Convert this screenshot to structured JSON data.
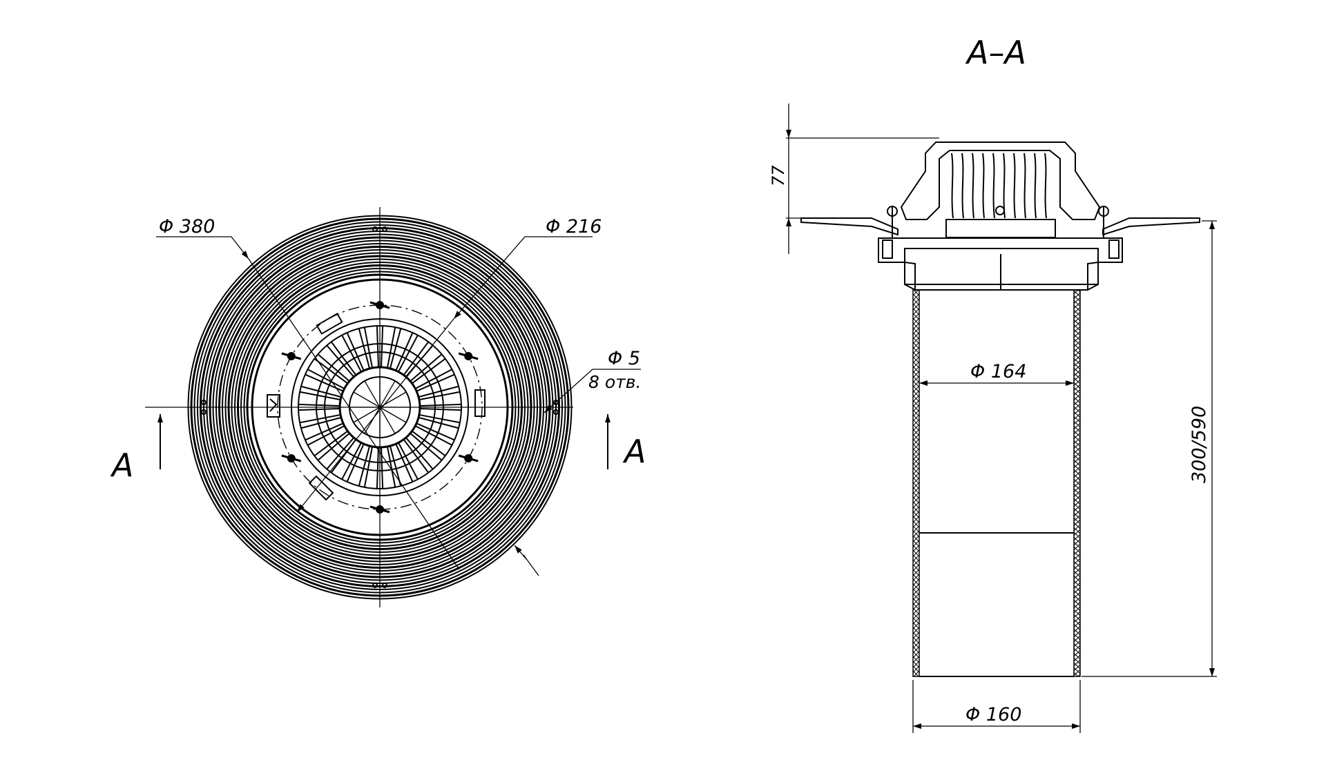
{
  "section_marks": {
    "left_letter": "A",
    "right_letter": "A"
  },
  "section_view": {
    "title": "A–A"
  },
  "dimensions": {
    "outer_diameter": "Φ 380",
    "inner_diameter": "Φ 216",
    "hole_diameter": "Φ 5",
    "hole_count": "8 отв.",
    "cap_height": "77",
    "pipe_inner_diameter": "Φ 164",
    "pipe_outer_diameter": "Φ 160",
    "pipe_length": "300/590"
  }
}
